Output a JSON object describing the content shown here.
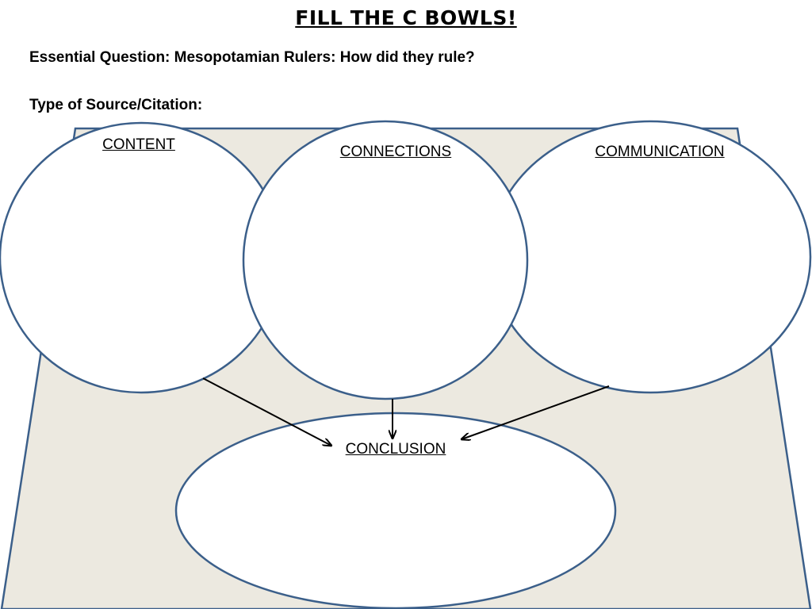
{
  "title": "FILL THE C BOWLS!",
  "essential_question": "Essential Question: Mesopotamian Rulers: How did they rule?",
  "source_citation": "Type of Source/Citation:",
  "bowls": {
    "content": "CONTENT",
    "connections": "CONNECTIONS",
    "communication": "COMMUNICATION",
    "conclusion": "CONCLUSION"
  },
  "colors": {
    "outline": "#3b5f8a",
    "background_fill": "#ece9e0",
    "bowl_fill": "#ffffff",
    "arrow": "#000000"
  }
}
